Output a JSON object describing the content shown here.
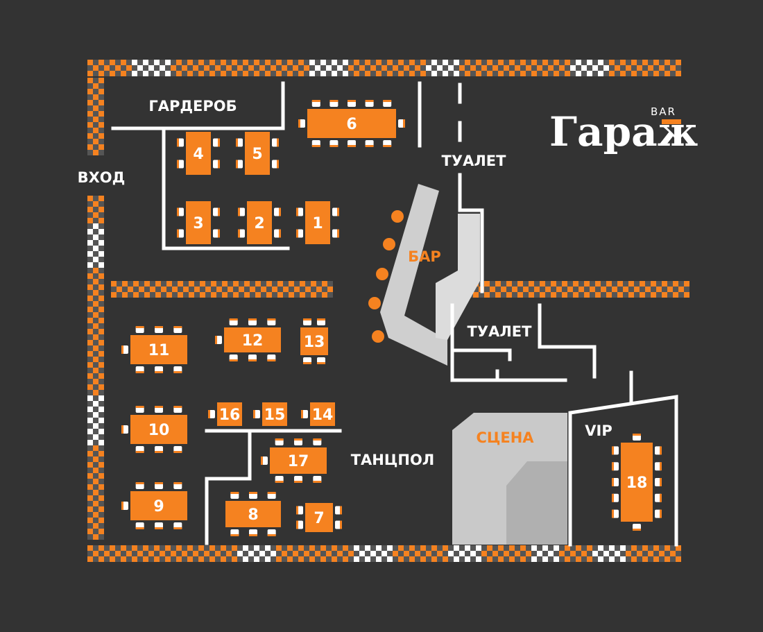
{
  "colors": {
    "background": "#333333",
    "accent": "#f58220",
    "wall": "#ffffff",
    "chair": "#ffffff",
    "stage": "#c9c9c9",
    "bar_counter": "#cfcfcf"
  },
  "logo": {
    "name": "Гараж",
    "sub": "BAR"
  },
  "labels": {
    "wardrobe": "ГАРДЕРОБ",
    "entrance": "ВХОД",
    "toilet_top": "ТУАЛЕТ",
    "bar": "БАР",
    "toilet_mid": "ТУАЛЕТ",
    "stage": "СЦЕНА",
    "dancefloor": "ТАНЦПОЛ",
    "vip": "VIP"
  },
  "tables": [
    "1",
    "2",
    "3",
    "4",
    "5",
    "6",
    "7",
    "8",
    "9",
    "10",
    "11",
    "12",
    "13",
    "14",
    "15",
    "16",
    "17",
    "18"
  ]
}
